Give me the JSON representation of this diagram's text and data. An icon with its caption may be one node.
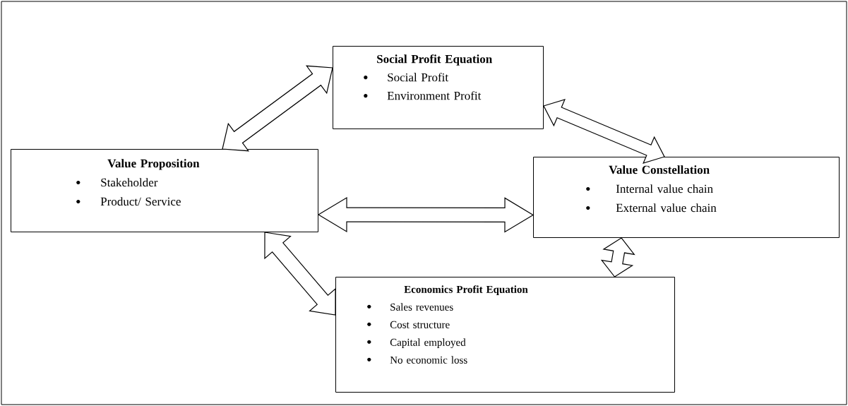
{
  "diagram": {
    "nodes": [
      {
        "text": [
          "Social Profit Equation",
          "Social Profit",
          "Environment Profit"
        ]
      },
      {
        "text": [
          "Value Proposition",
          "Stakeholder",
          "Product/ Service"
        ]
      },
      {
        "text": [
          "Value Constellation",
          "Internal value chain",
          "External value chain"
        ]
      },
      {
        "text": [
          "Economics Profit Equation",
          "Sales revenues",
          "Cost structure",
          "Capital employed",
          "No economic loss"
        ]
      }
    ],
    "edges": [
      {
        "from": 1,
        "to": 0,
        "arrow": "both"
      },
      {
        "from": 0,
        "to": 2,
        "arrow": "both"
      },
      {
        "from": 1,
        "to": 2,
        "arrow": "both"
      },
      {
        "from": 1,
        "to": 3,
        "arrow": "both"
      },
      {
        "from": 2,
        "to": 3,
        "arrow": "both"
      }
    ]
  }
}
